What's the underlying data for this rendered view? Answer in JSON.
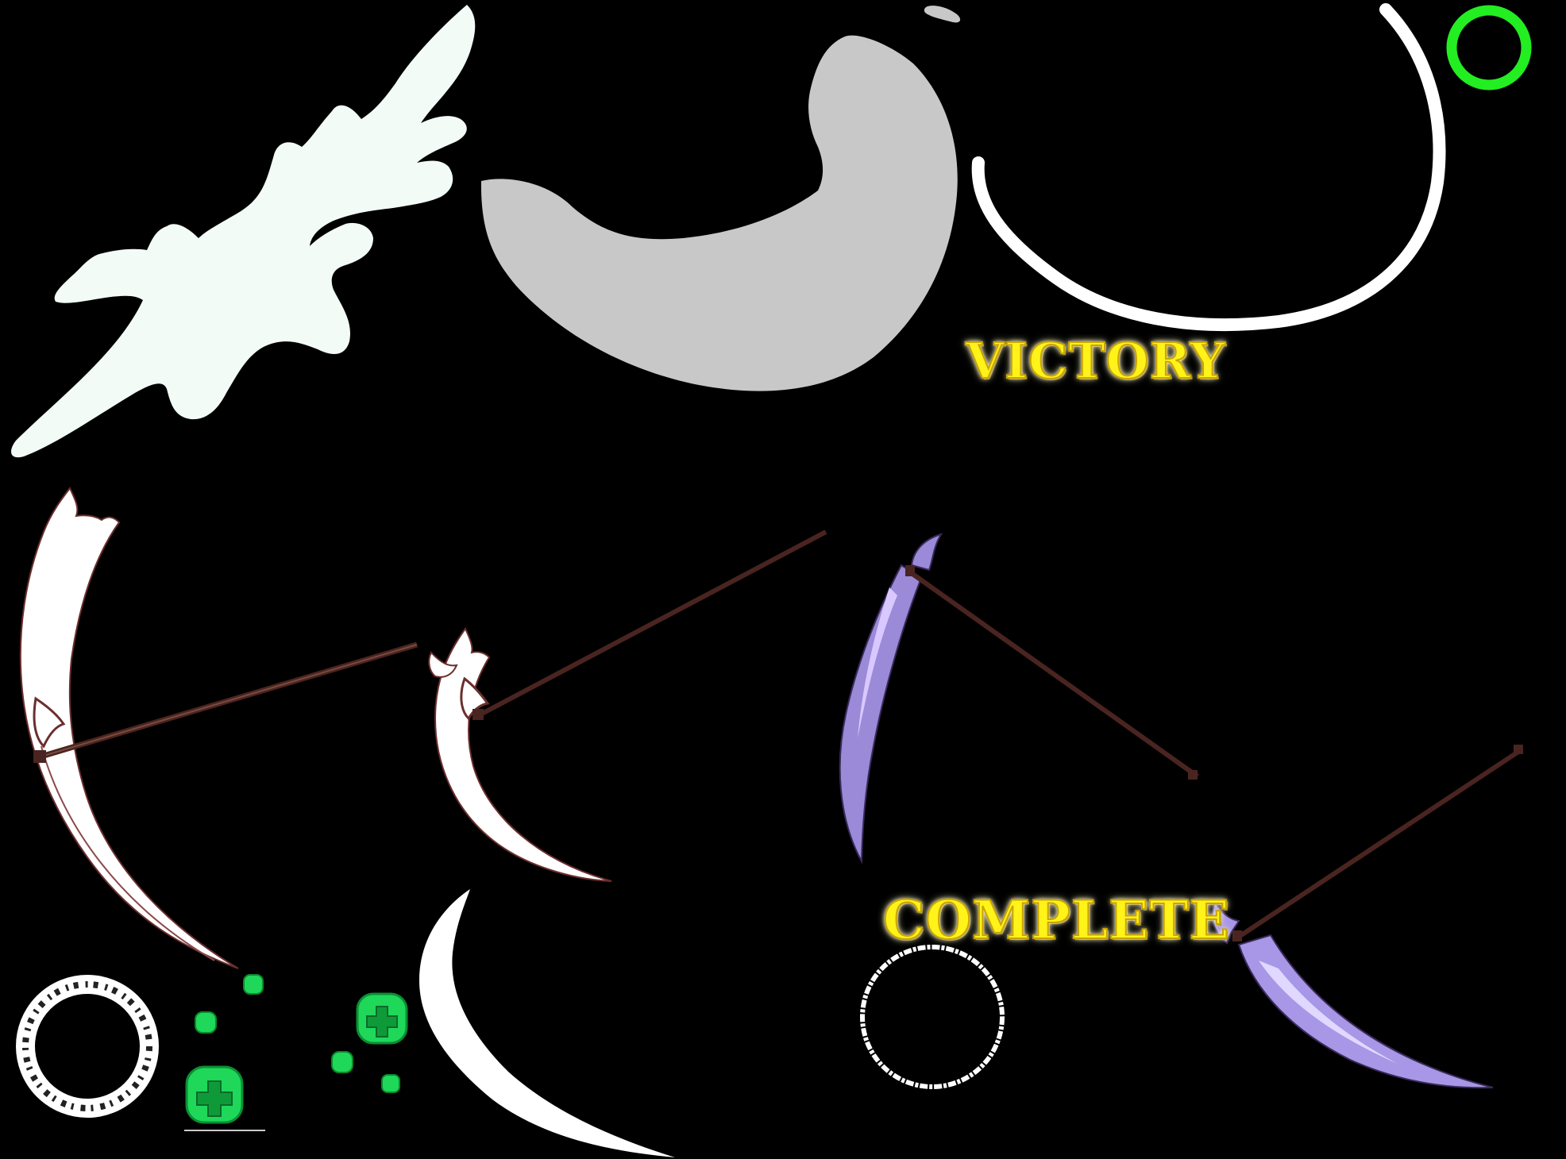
{
  "labels": {
    "victory": "VICTORY",
    "complete": "COMPLETE"
  },
  "sprites": [
    {
      "name": "white-splash-sprite",
      "color": "#f3fbf7"
    },
    {
      "name": "gray-crescent-sprite",
      "color": "#c8c8c8"
    },
    {
      "name": "white-arc-ring-sprite",
      "color": "#ffffff"
    },
    {
      "name": "green-ring-sprite",
      "color": "#22ee22"
    },
    {
      "name": "white-scythe-large-sprite",
      "color": "#ffffff"
    },
    {
      "name": "white-scythe-medium-sprite",
      "color": "#ffffff"
    },
    {
      "name": "purple-scythe-upright-sprite",
      "color": "#9a8ad8"
    },
    {
      "name": "purple-scythe-lowered-sprite",
      "color": "#a896e6"
    },
    {
      "name": "dark-rune-ring-sprite",
      "color": "#ffffff"
    },
    {
      "name": "black-white-ring-sprite",
      "color": "#ffffff"
    },
    {
      "name": "green-heal-cross-icon",
      "color": "#22dd55"
    },
    {
      "name": "white-slash-sprite",
      "color": "#ffffff"
    }
  ],
  "colors": {
    "background": "#000000",
    "label_fill": "#fff31a",
    "scythe_handle": "#4a2420",
    "green_gem": "#1fd85a"
  }
}
